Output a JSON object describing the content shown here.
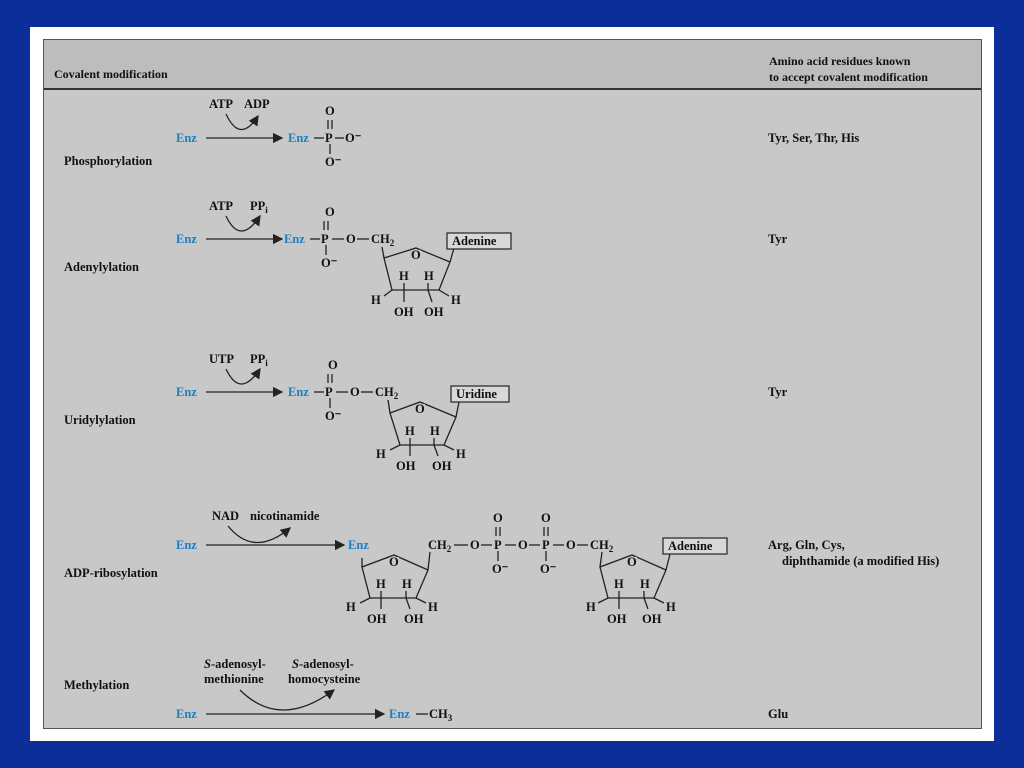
{
  "header": {
    "col1": "Covalent modification",
    "col2_line1": "Amino acid residues known",
    "col2_line2": "to accept covalent modification"
  },
  "enz": "Enz",
  "rows": {
    "phos": {
      "name": "Phosphorylation",
      "in": "ATP",
      "out": "ADP",
      "residues": "Tyr, Ser, Thr, His"
    },
    "aden": {
      "name": "Adenylylation",
      "in": "ATP",
      "out": "PP",
      "out_sub": "i",
      "base": "Adenine",
      "residues": "Tyr"
    },
    "urid": {
      "name": "Uridylylation",
      "in": "UTP",
      "out": "PP",
      "out_sub": "i",
      "base": "Uridine",
      "residues": "Tyr"
    },
    "adpr": {
      "name": "ADP-ribosylation",
      "in": "NAD",
      "out": "nicotinamide",
      "base": "Adenine",
      "residues_line1": "Arg, Gln, Cys,",
      "residues_line2": "diphthamide (a modified His)"
    },
    "meth": {
      "name": "Methylation",
      "in_line1_italic": "S",
      "in_line1": "-adenosyl-",
      "in_line2": "methionine",
      "out_line1_italic": "S",
      "out_line1": "-adenosyl-",
      "out_line2": "homocysteine",
      "product": "Enz—CH",
      "product_sub": "3",
      "residues": "Glu"
    }
  },
  "atoms": {
    "P": "P",
    "O": "O",
    "Ominus": "O⁻",
    "ch2": "CH",
    "two": "2",
    "H": "H",
    "OH": "OH",
    "enzP": "Enz–P–O⁻",
    "ch2link": "CH₂–O–",
    "oLink": "–O–"
  }
}
